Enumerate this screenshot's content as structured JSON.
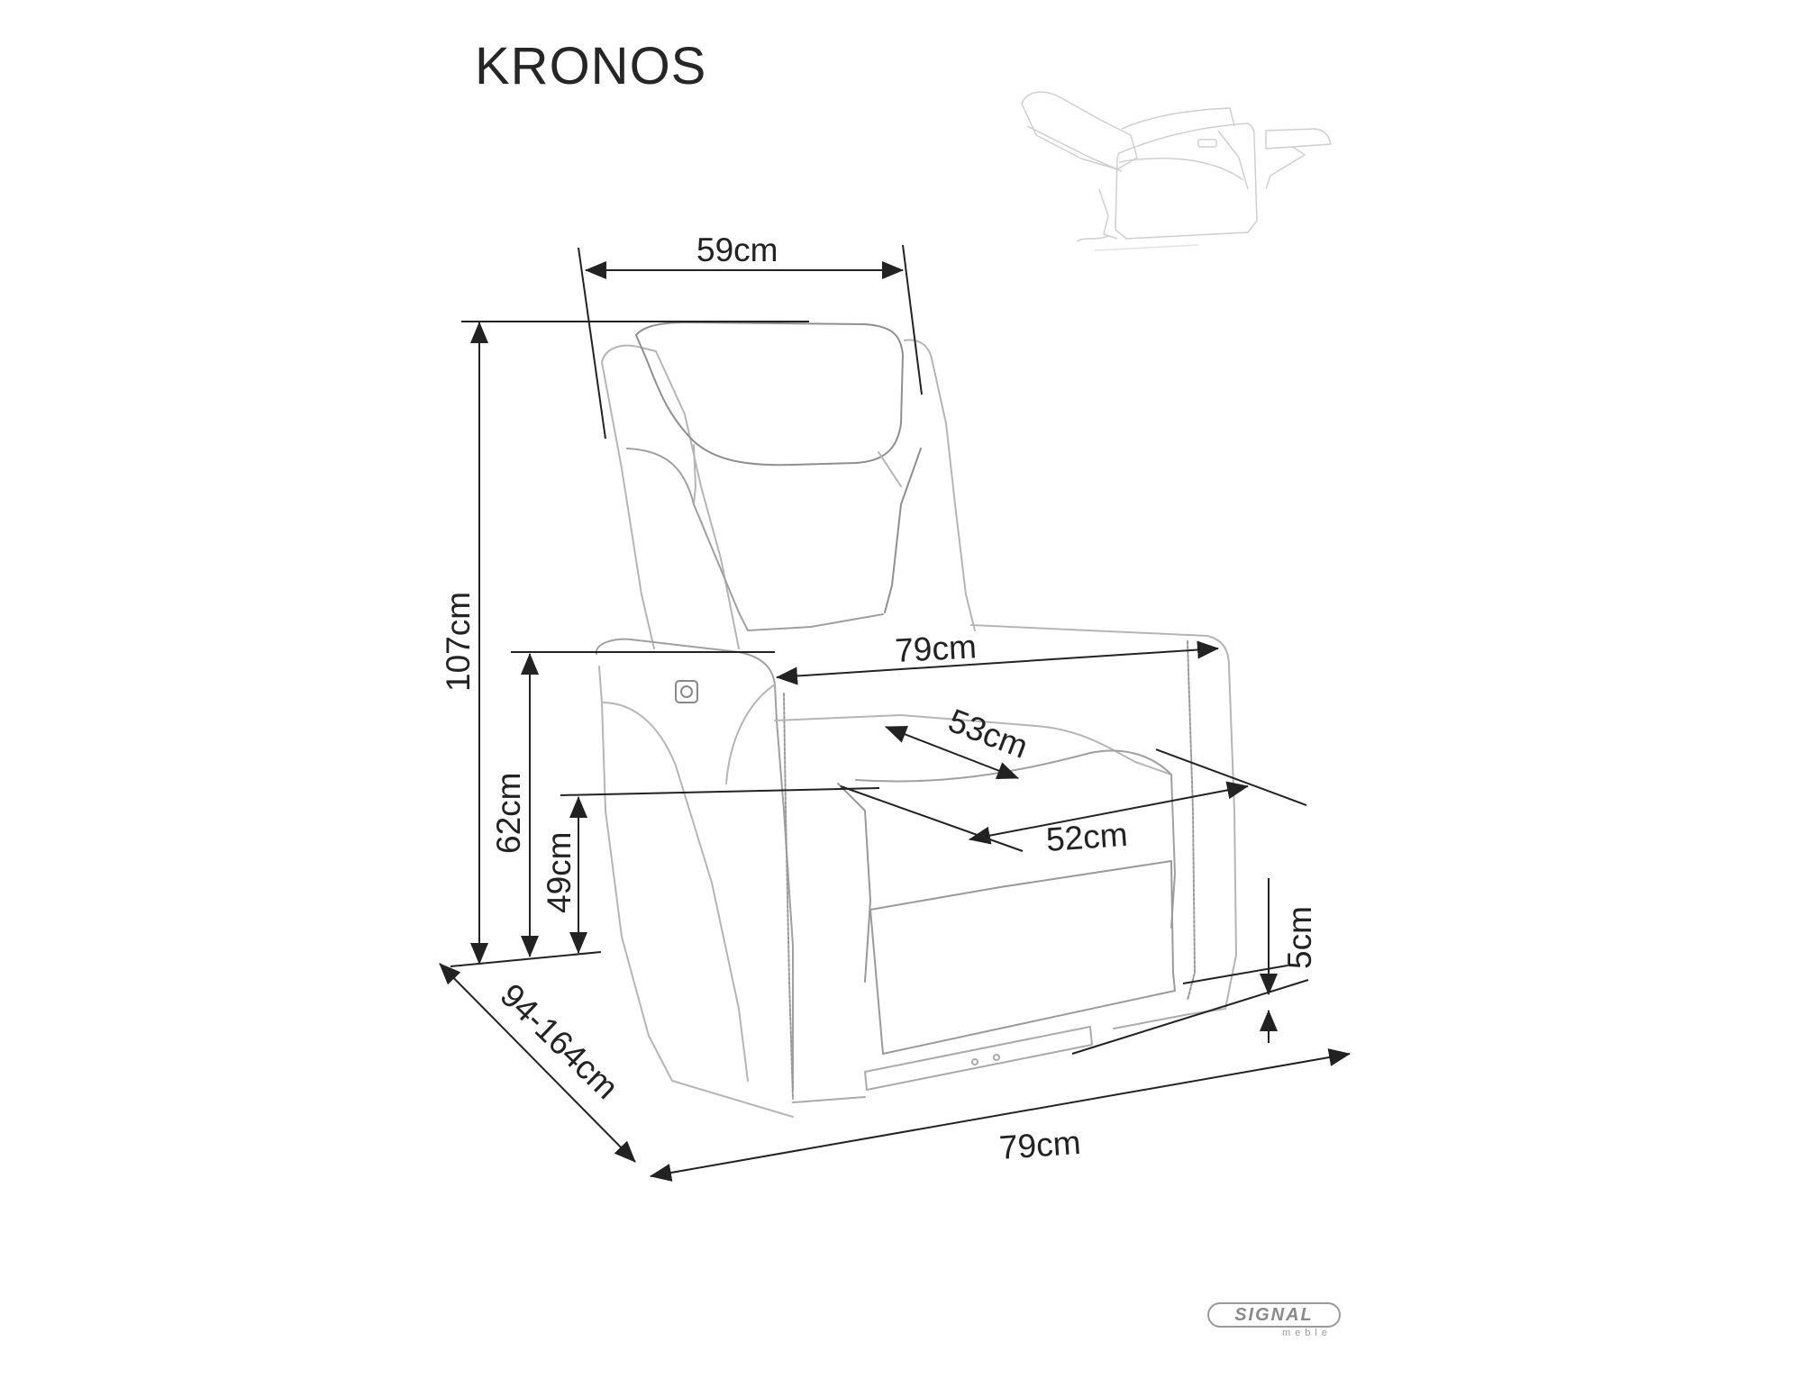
{
  "product": {
    "name": "KRONOS"
  },
  "dimensions": {
    "headrest_width": "59cm",
    "total_height": "107cm",
    "armrest_height": "62cm",
    "seat_height": "49cm",
    "inner_width": "79cm",
    "seat_depth": "53cm",
    "seat_width": "52cm",
    "floor_clearance": "5cm",
    "depth_range": "94-164cm",
    "total_width": "79cm"
  },
  "thumbnail": {
    "description": "reclined-position-sketch"
  },
  "brand": {
    "name": "SIGNAL",
    "tagline": "meble"
  },
  "colors": {
    "line": "#222222",
    "sketch": "#b8b8b8",
    "sketch_light": "#d6d6d6",
    "logo": "#8a8a8a"
  }
}
